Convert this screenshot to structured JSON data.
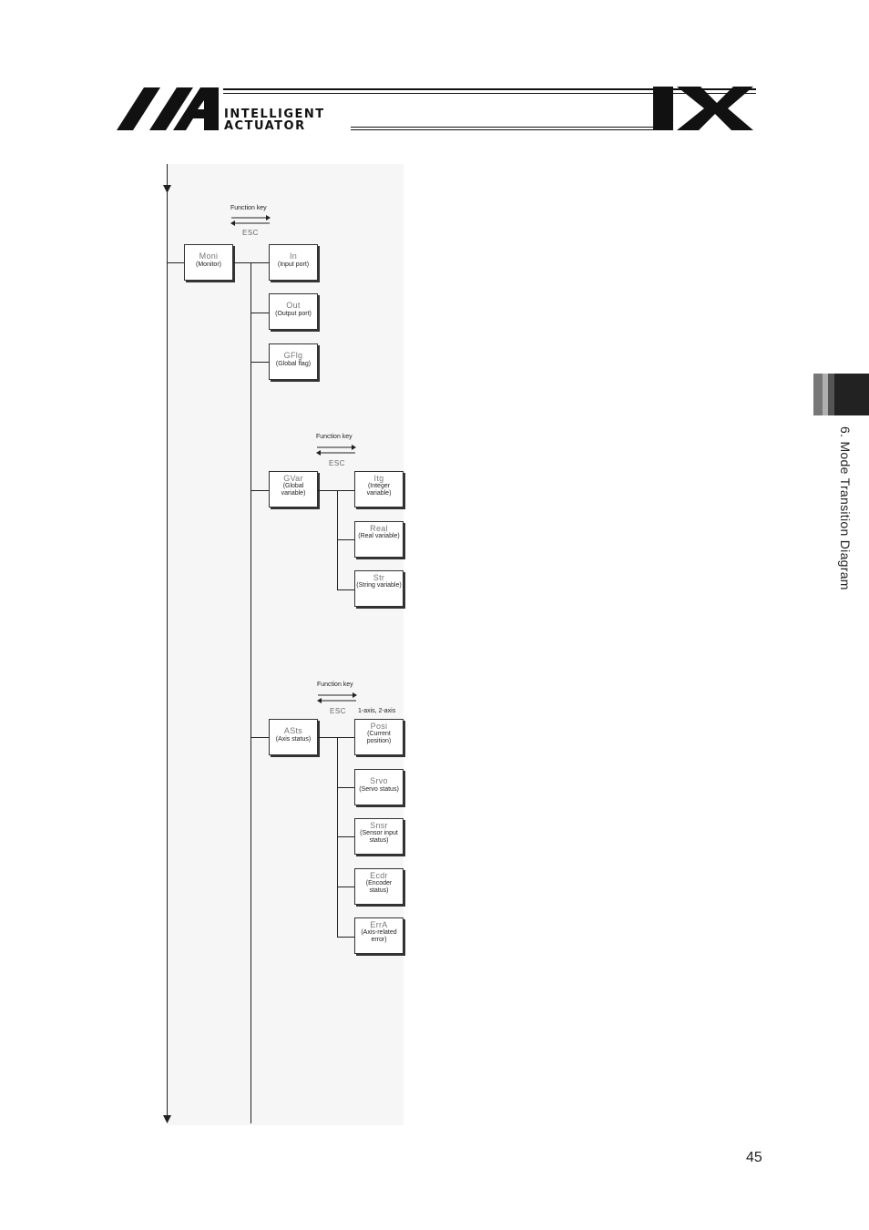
{
  "header": {
    "brand_line1": "INTELLIGENT",
    "brand_line2": "ACTUATOR",
    "product": "IX"
  },
  "side": {
    "section_label": "6. Mode Transition Diagram"
  },
  "page_number": "45",
  "diagram": {
    "groups": [
      {
        "function_key": "Function key",
        "esc": "ESC"
      },
      {
        "function_key": "Function key",
        "esc": "ESC"
      },
      {
        "function_key": "Function key",
        "esc": "ESC",
        "note": "1-axis, 2-axis"
      }
    ],
    "nodes": {
      "moni": {
        "code": "Moni",
        "desc": "(Monitor)"
      },
      "in": {
        "code": "In",
        "desc": "(Input port)"
      },
      "out": {
        "code": "Out",
        "desc": "(Output port)"
      },
      "gflg": {
        "code": "GFlg",
        "desc": "(Global flag)"
      },
      "gvar": {
        "code": "GVar",
        "desc": "(Global variable)"
      },
      "itg": {
        "code": "Itg",
        "desc": "(Integer variable)"
      },
      "real": {
        "code": "Real",
        "desc": "(Real variable)"
      },
      "str": {
        "code": "Str",
        "desc": "(String variable)"
      },
      "asts": {
        "code": "ASts",
        "desc": "(Axis status)"
      },
      "posi": {
        "code": "Posi",
        "desc": "(Current position)"
      },
      "srvo": {
        "code": "Srvo",
        "desc": "(Servo status)"
      },
      "snsr": {
        "code": "Snsr",
        "desc": "(Sensor input status)"
      },
      "ecdr": {
        "code": "Ecdr",
        "desc": "(Encoder status)"
      },
      "erra": {
        "code": "ErrA",
        "desc": "(Axis-related error)"
      }
    }
  }
}
